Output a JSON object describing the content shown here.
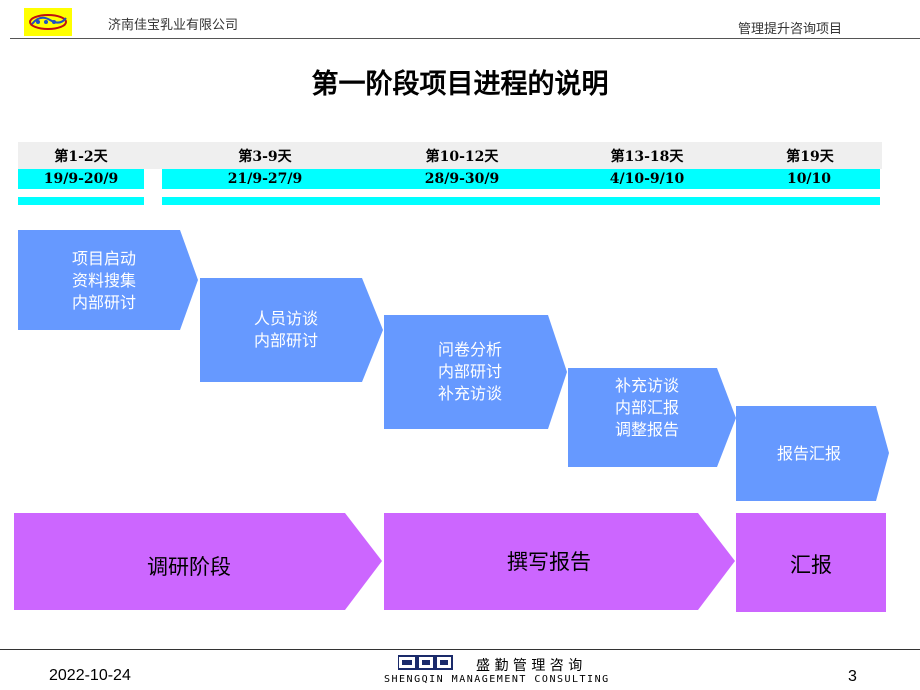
{
  "header": {
    "company": "济南佳宝乳业有限公司",
    "project": "管理提升咨询项目"
  },
  "title": "第一阶段项目进程的说明",
  "timeline": [
    {
      "days": "第1-2天",
      "dates": "19/9-20/9"
    },
    {
      "days": "第3-9天",
      "dates": "21/9-27/9"
    },
    {
      "days": "第10-12天",
      "dates": "28/9-30/9"
    },
    {
      "days": "第13-18天",
      "dates": "4/10-9/10"
    },
    {
      "days": "第19天",
      "dates": "10/10"
    }
  ],
  "steps": [
    {
      "lines": [
        "项目启动",
        "资料搜集",
        "内部研讨"
      ]
    },
    {
      "lines": [
        "人员访谈",
        "内部研讨"
      ]
    },
    {
      "lines": [
        "问卷分析",
        "内部研讨",
        "补充访谈"
      ]
    },
    {
      "lines": [
        "补充访谈",
        "内部汇报",
        "调整报告"
      ]
    },
    {
      "lines": [
        "报告汇报"
      ]
    }
  ],
  "phases": [
    {
      "label": "调研阶段"
    },
    {
      "label": "撰写报告"
    },
    {
      "label": "汇报"
    }
  ],
  "footer": {
    "date": "2022-10-24",
    "consulting_cn": "盛 勤 管 理 咨 询",
    "consulting_en": "SHENGQIN MANAGEMENT CONSULTING",
    "page_number": "3"
  },
  "colors": {
    "step_blue": "#6699ff",
    "phase_purple": "#cc66ff",
    "timeline_cyan": "#00ffff",
    "logo_yellow": "#ffff00"
  }
}
